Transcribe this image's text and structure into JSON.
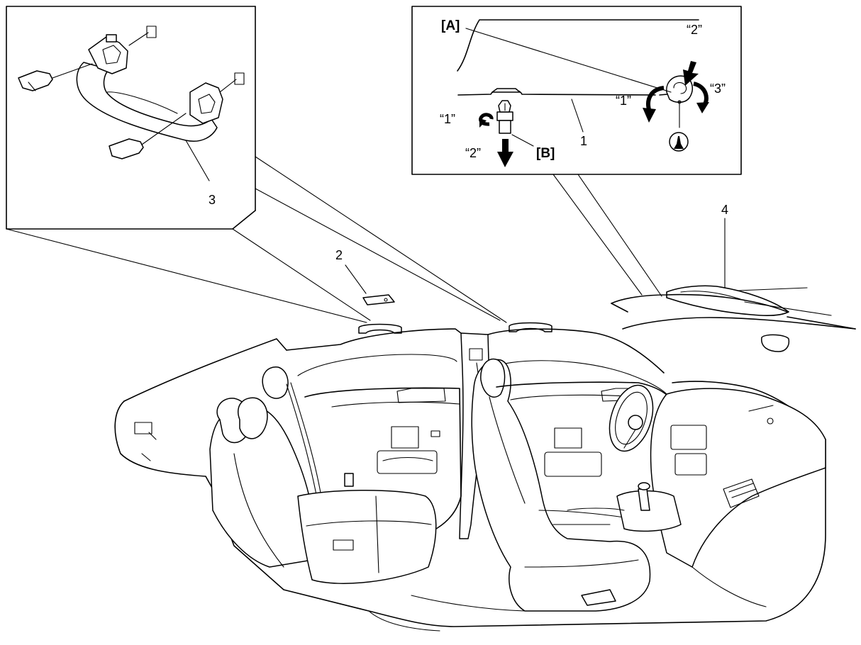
{
  "callouts": {
    "cutaway_part_1": "1",
    "handle_detail_part_3": "3",
    "cover_part_2": "2",
    "lamp_part_4": "4"
  },
  "detail_labels": {
    "a": "[A]",
    "b": "[B]",
    "step1_clip_a": "“1”",
    "step2_clip_a": "“2”",
    "step3_clip_a": "“3”",
    "step1_clip_b": "“1”",
    "step2_clip_b": "“2”"
  }
}
